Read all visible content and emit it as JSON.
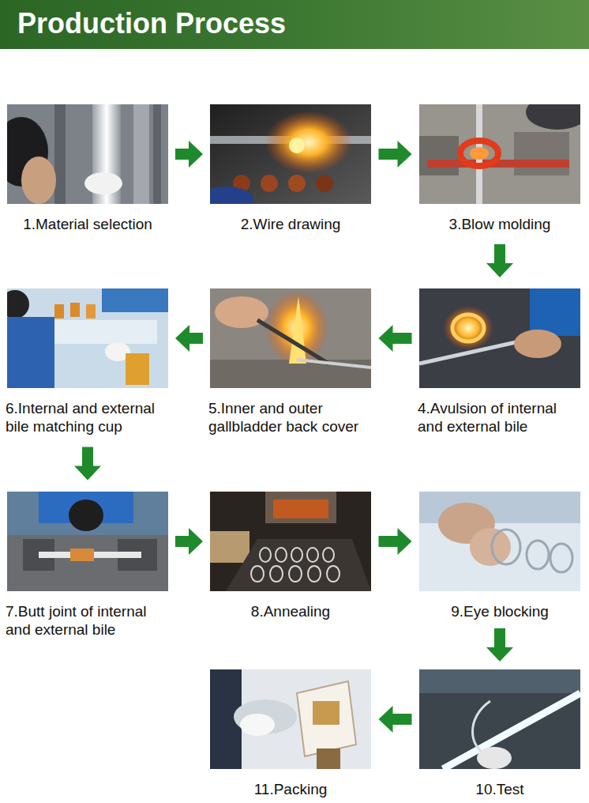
{
  "diagram": {
    "title": "Production Process",
    "nodes": [
      {
        "text": [
          "1.Material selection"
        ]
      },
      {
        "text": [
          "2.Wire drawing"
        ]
      },
      {
        "text": [
          "3.Blow molding"
        ]
      },
      {
        "text": [
          "4.Avulsion of internal and external bile"
        ]
      },
      {
        "text": [
          "5.Inner and outer gallbladder back cover"
        ]
      },
      {
        "text": [
          "6.Internal and external bile matching cup"
        ]
      },
      {
        "text": [
          "7.Butt joint of internal and external bile"
        ]
      },
      {
        "text": [
          "8.Annealing"
        ]
      },
      {
        "text": [
          "9.Eye blocking"
        ]
      },
      {
        "text": [
          "10.Test"
        ]
      },
      {
        "text": [
          "11.Packing"
        ]
      }
    ],
    "edges": [
      {
        "from": 0,
        "to": 1,
        "arrow": "to"
      },
      {
        "from": 1,
        "to": 2,
        "arrow": "to"
      },
      {
        "from": 2,
        "to": 3,
        "arrow": "to"
      },
      {
        "from": 3,
        "to": 4,
        "arrow": "to"
      },
      {
        "from": 4,
        "to": 5,
        "arrow": "to"
      },
      {
        "from": 5,
        "to": 6,
        "arrow": "to"
      },
      {
        "from": 6,
        "to": 7,
        "arrow": "to"
      },
      {
        "from": 7,
        "to": 8,
        "arrow": "to"
      },
      {
        "from": 8,
        "to": 9,
        "arrow": "to"
      },
      {
        "from": 9,
        "to": 10,
        "arrow": "to"
      }
    ]
  }
}
